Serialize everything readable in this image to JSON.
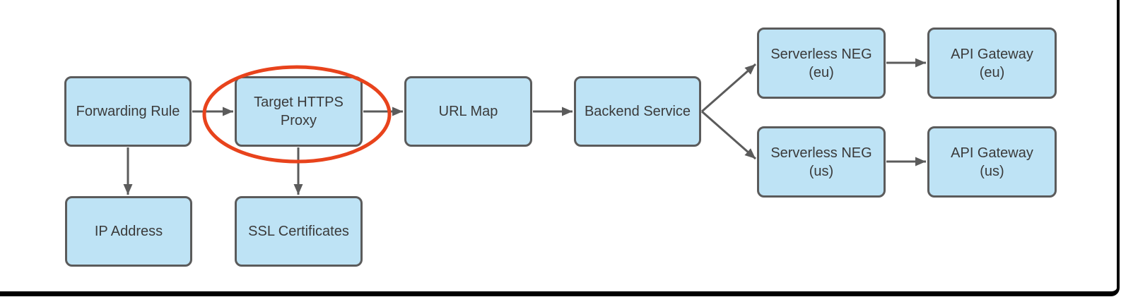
{
  "diagram": {
    "nodes": [
      {
        "id": "forwarding-rule",
        "label": "Forwarding Rule"
      },
      {
        "id": "target-https-proxy",
        "label": "Target HTTPS\nProxy",
        "highlighted": true
      },
      {
        "id": "url-map",
        "label": "URL Map"
      },
      {
        "id": "backend-service",
        "label": "Backend Service"
      },
      {
        "id": "serverless-neg-eu",
        "label": "Serverless NEG\n(eu)"
      },
      {
        "id": "api-gateway-eu",
        "label": "API Gateway\n(eu)"
      },
      {
        "id": "serverless-neg-us",
        "label": "Serverless NEG\n(us)"
      },
      {
        "id": "api-gateway-us",
        "label": "API Gateway\n(us)"
      },
      {
        "id": "ip-address",
        "label": "IP Address"
      },
      {
        "id": "ssl-certificates",
        "label": "SSL Certificates"
      }
    ],
    "edges": [
      {
        "from": "forwarding-rule",
        "to": "target-https-proxy"
      },
      {
        "from": "target-https-proxy",
        "to": "url-map"
      },
      {
        "from": "url-map",
        "to": "backend-service"
      },
      {
        "from": "backend-service",
        "to": "serverless-neg-eu"
      },
      {
        "from": "backend-service",
        "to": "serverless-neg-us"
      },
      {
        "from": "serverless-neg-eu",
        "to": "api-gateway-eu"
      },
      {
        "from": "serverless-neg-us",
        "to": "api-gateway-us"
      },
      {
        "from": "forwarding-rule",
        "to": "ip-address"
      },
      {
        "from": "target-https-proxy",
        "to": "ssl-certificates"
      }
    ],
    "annotation": {
      "shape": "ellipse",
      "around": "target-https-proxy",
      "color": "#e8431c"
    },
    "colors": {
      "node_fill": "#bee3f5",
      "node_border": "#5b5b5b",
      "text": "#3a3a3a",
      "connector": "#5b5b5b",
      "highlight": "#e8431c",
      "frame": "#000000"
    }
  }
}
